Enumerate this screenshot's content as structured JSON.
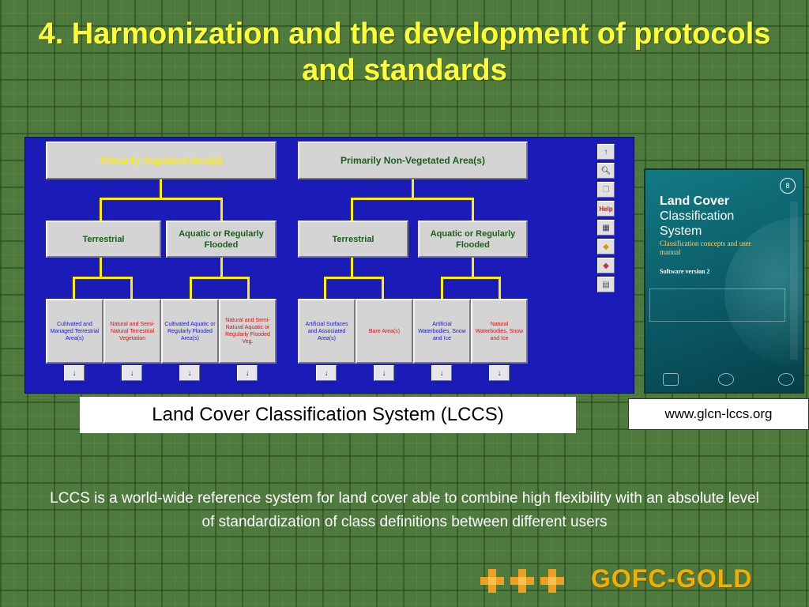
{
  "slide": {
    "title": "4. Harmonization and the development of protocols and standards",
    "caption": "Land Cover Classification System (LCCS)",
    "url": "www.glcn-lccs.org",
    "description": "LCCS is a world-wide reference system for land cover able to combine high flexibility with an absolute level of standardization of class definitions between different users",
    "footer_logo": "GOFC-GOLD"
  },
  "lccs": {
    "vegetated": {
      "label": "Primarily Vegetated Area(s)",
      "terrestrial": "Terrestrial",
      "aquatic": "Aquatic or Regularly Flooded",
      "leaves": [
        "Cultivated and Managed Terrestrial Area(s)",
        "Natural and Semi-Natural Terrestrial Vegetation",
        "Cultivated Aquatic or Regularly Flooded Area(s)",
        "Natural and Semi-Natural Aquatic or Regularly Flooded Veg."
      ]
    },
    "non_vegetated": {
      "label": "Primarily Non-Vegetated Area(s)",
      "terrestrial": "Terrestrial",
      "aquatic": "Aquatic or Regularly Flooded",
      "leaves": [
        "Artificial Surfaces and Associated Area(s)",
        "Bare Area(s)",
        "Artificial Waterbodies, Snow and Ice",
        "Natural Waterbodies, Snow and Ice"
      ]
    },
    "toolbar": {
      "help": "Help"
    },
    "colors": {
      "panel": "#1b1bb8",
      "connector": "#ffee00",
      "leaf_blue": "#1a1acc",
      "leaf_red": "#dd1111"
    }
  },
  "book": {
    "title_line1": "Land Cover",
    "title_line2": "Classification",
    "title_line3": "System",
    "subtitle": "Classification concepts and user manual",
    "version": "Software version 2",
    "number": "8"
  }
}
